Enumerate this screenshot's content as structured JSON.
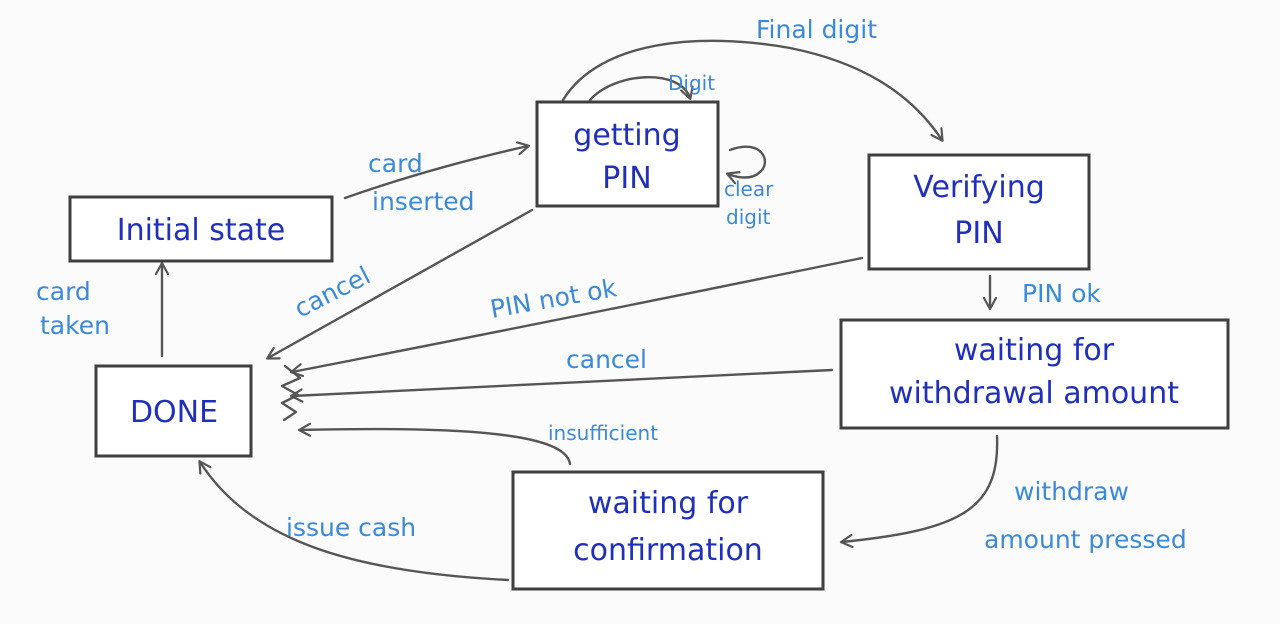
{
  "states": {
    "initial": "Initial state",
    "getting_pin_1": "getting",
    "getting_pin_2": "PIN",
    "verifying_pin_1": "Verifying",
    "verifying_pin_2": "PIN",
    "waiting_amount_1": "waiting for",
    "waiting_amount_2": "withdrawal amount",
    "done": "DONE",
    "waiting_confirmation_1": "waiting for",
    "waiting_confirmation_2": "confirmation"
  },
  "transitions": {
    "card_inserted_1": "card",
    "card_inserted_2": "inserted",
    "digit": "Digit",
    "final_digit": "Final digit",
    "clear_digit_1": "clear",
    "clear_digit_2": "digit",
    "cancel_from_pin": "cancel",
    "pin_not_ok": "PIN not ok",
    "pin_ok": "PIN ok",
    "cancel_from_amount": "cancel",
    "insufficient": "insufficient",
    "withdraw_pressed_1": "withdraw",
    "withdraw_pressed_2": "amount pressed",
    "issue_cash": "issue cash",
    "card_taken_1": "card",
    "card_taken_2": "taken"
  },
  "colors": {
    "state_text": "#2030b8",
    "label_text": "#3a8ad8",
    "stroke": "#3f3f3f"
  }
}
